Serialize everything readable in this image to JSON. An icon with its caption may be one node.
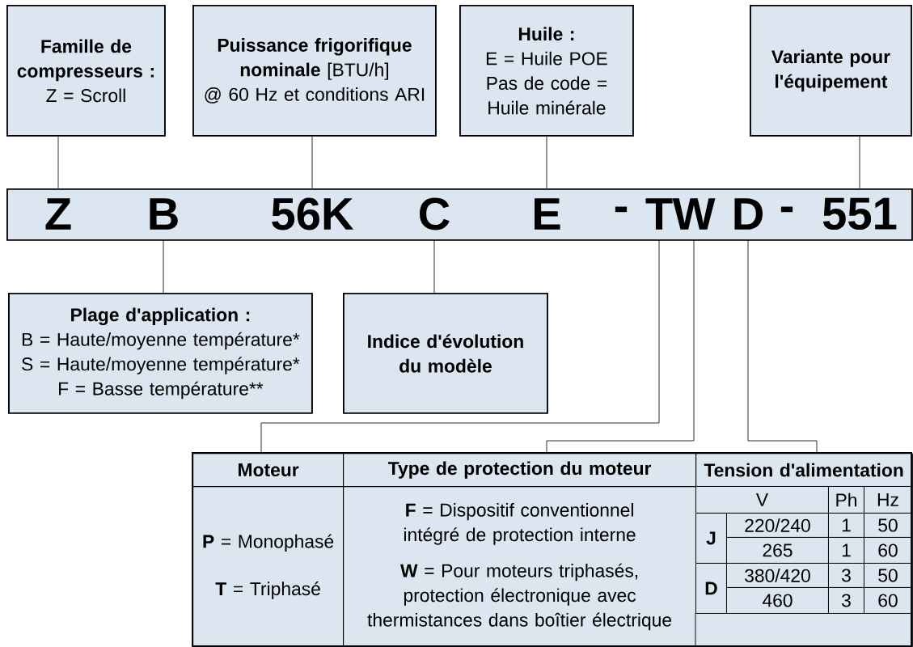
{
  "diagram": {
    "nodes": [
      {
        "text": [
          "Famille de compresseurs :",
          "Z = Scroll"
        ]
      },
      {
        "text": [
          "**Puissance frigorifique nominale** [BTU/h]",
          "@ 60 Hz et conditions ARI"
        ]
      },
      {
        "text": [
          "Huile :",
          "E = Huile POE",
          "Pas de code = Huile minérale"
        ]
      },
      {
        "text": [
          "Variante pour l'équipement"
        ]
      },
      {
        "text": [],
        "shape": "bar"
      },
      {
        "text": [
          "Z"
        ],
        "in": 4
      },
      {
        "text": [
          "B"
        ],
        "in": 4
      },
      {
        "text": [
          "56K"
        ],
        "in": 4
      },
      {
        "text": [
          "C"
        ],
        "in": 4
      },
      {
        "text": [
          "E"
        ],
        "in": 4
      },
      {
        "text": [
          "-"
        ],
        "in": 4
      },
      {
        "text": [
          "T"
        ],
        "in": 4
      },
      {
        "text": [
          "W"
        ],
        "in": 4
      },
      {
        "text": [
          "D"
        ],
        "in": 4
      },
      {
        "text": [
          "-"
        ],
        "in": 4
      },
      {
        "text": [
          "551"
        ],
        "in": 4
      },
      {
        "text": [
          "Plage d'application :",
          "B = Haute/moyenne température*",
          "S = Haute/moyenne température*",
          "F = Basse température**"
        ]
      },
      {
        "text": [
          "Indice d'évolution du modèle"
        ]
      },
      {
        "text": [],
        "shape": "box"
      },
      {
        "text": [
          "Moteur"
        ],
        "in": 18
      },
      {
        "text": [
          "Type de protection du moteur"
        ],
        "in": 18
      },
      {
        "text": [
          "Tension d'alimentation"
        ],
        "in": 18
      },
      {
        "text": [
          "**P** = Monophasé",
          "**T** = Triphasé"
        ],
        "in": 18
      },
      {
        "text": [
          "**F** = Dispositif conventionnel intégré de protection interne",
          "**W** = Pour moteurs triphasés, protection électronique avec thermistances dans boîtier électrique"
        ],
        "in": 18
      }
    ],
    "edges": [
      {
        "from": 0,
        "to": 5,
        "arrow": "none"
      },
      {
        "from": 1,
        "to": 7,
        "arrow": "none"
      },
      {
        "from": 2,
        "to": 9,
        "arrow": "none"
      },
      {
        "from": 3,
        "to": 15,
        "arrow": "none"
      },
      {
        "from": 6,
        "to": 16,
        "arrow": "none"
      },
      {
        "from": 8,
        "to": 17,
        "arrow": "none"
      },
      {
        "from": 11,
        "to": 19,
        "arrow": "none"
      },
      {
        "from": 12,
        "to": 20,
        "arrow": "none"
      },
      {
        "from": 13,
        "to": 21,
        "arrow": "none"
      }
    ],
    "labels": [
      "V",
      "Ph",
      "Hz",
      "J",
      "220/240",
      "1",
      "50",
      "265",
      "1",
      "60",
      "D",
      "380/420",
      "3",
      "50",
      "460",
      "3",
      "60"
    ]
  }
}
